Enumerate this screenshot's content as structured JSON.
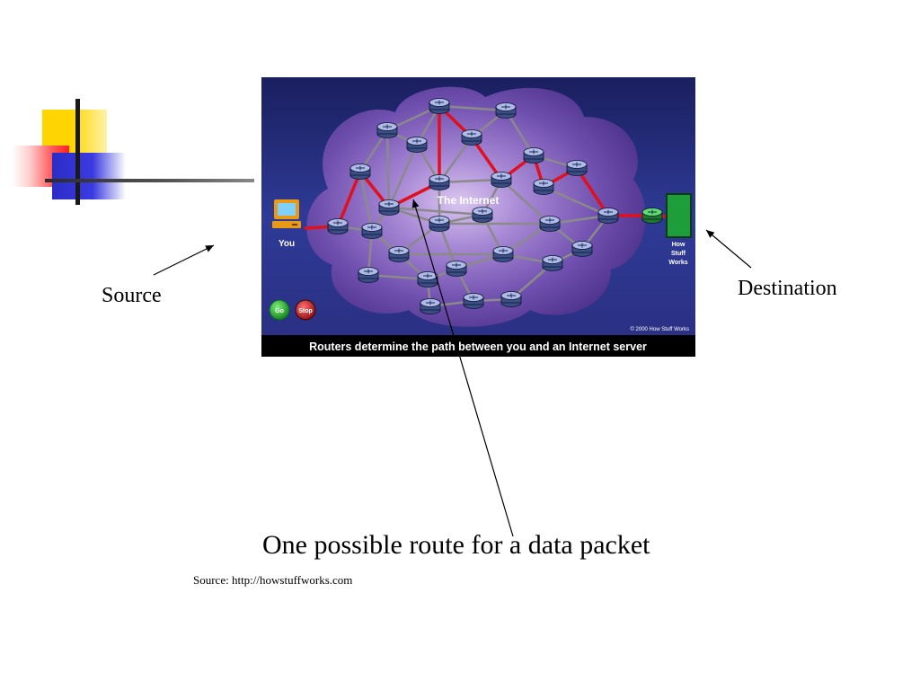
{
  "slide": {
    "source_label": "Source",
    "destination_label": "Destination",
    "caption": "One possible route for a data packet",
    "source_credit": "Source: http://howstuffworks.com"
  },
  "figure": {
    "cloud_title": "The Internet",
    "you_label": "You",
    "server_label_lines": [
      "How",
      "Stuff",
      "Works"
    ],
    "go_button": "Go",
    "stop_button": "Stop",
    "copyright": "© 2000 How Stuff Works",
    "banner": "Routers determine the path between you and an Internet server"
  },
  "colors": {
    "route": "#e0101e",
    "link": "#8a8a8a",
    "panel_bg": "#2a2f8a",
    "cloud": "#6a4aa8",
    "server": "#1e9e3a"
  }
}
